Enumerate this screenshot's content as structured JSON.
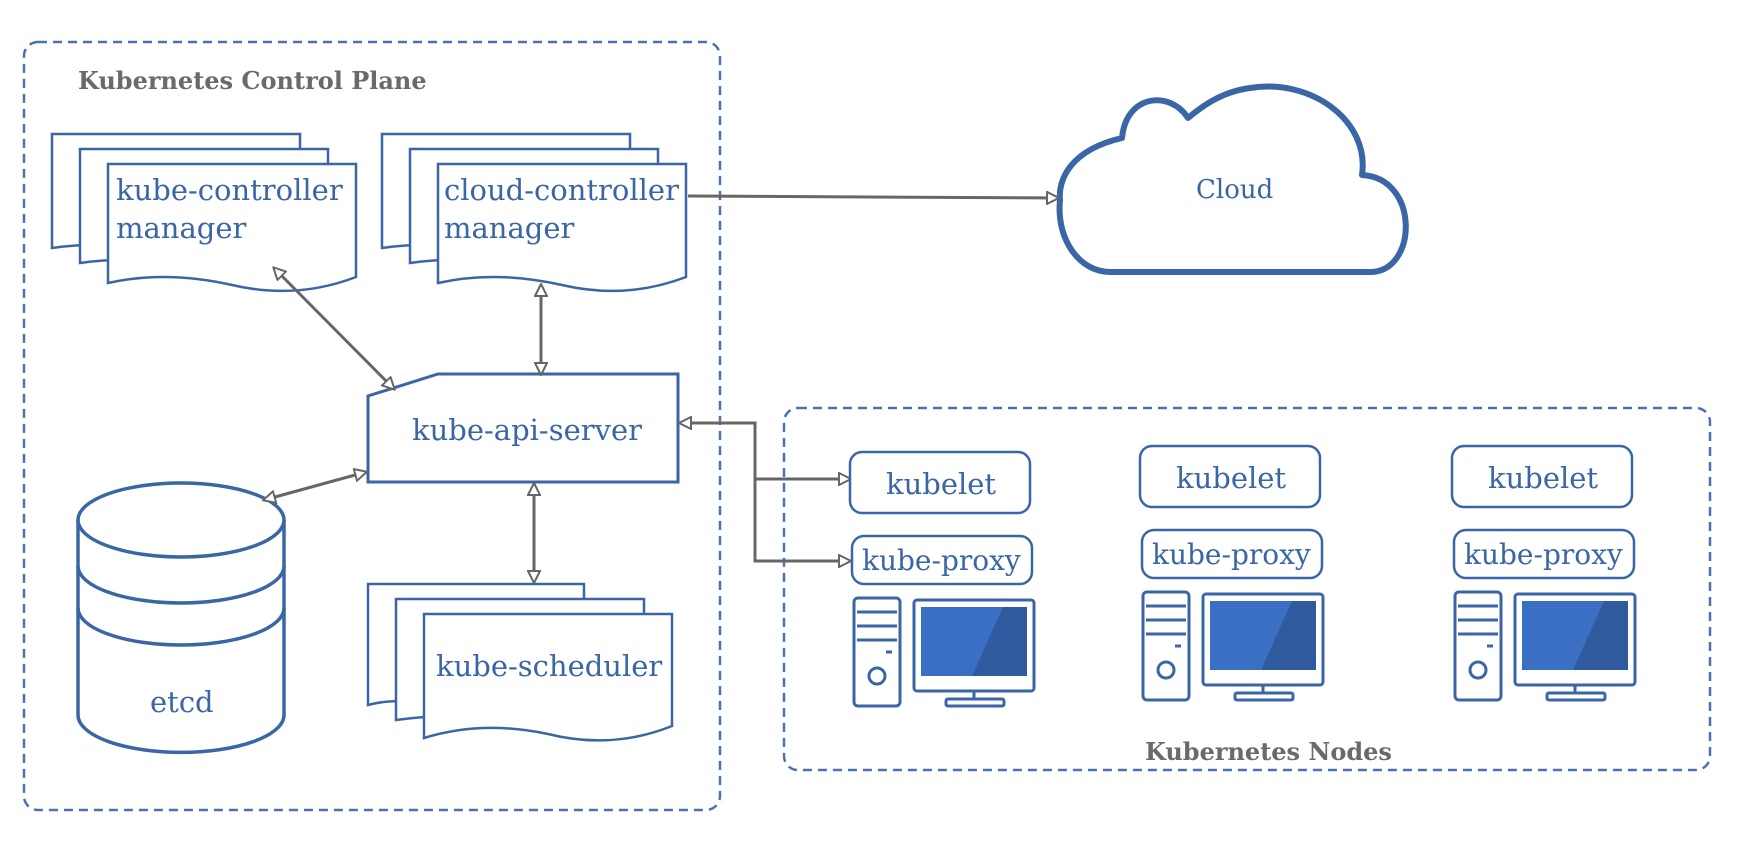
{
  "groups": {
    "control_plane": "Kubernetes Control Plane",
    "nodes": "Kubernetes Nodes"
  },
  "components": {
    "kube_controller_manager": [
      "kube-controller",
      "manager"
    ],
    "cloud_controller_manager": [
      "cloud-controller",
      "manager"
    ],
    "kube_api_server": "kube-api-server",
    "etcd": "etcd",
    "kube_scheduler": "kube-scheduler",
    "cloud": "Cloud"
  },
  "nodes": [
    {
      "kubelet": "kubelet",
      "kube_proxy": "kube-proxy"
    },
    {
      "kubelet": "kubelet",
      "kube_proxy": "kube-proxy"
    },
    {
      "kubelet": "kubelet",
      "kube_proxy": "kube-proxy"
    }
  ],
  "colors": {
    "outline": "#3a66a6",
    "dash": "#4a72b0",
    "arrow": "#666666",
    "screen": "#3a6fc4",
    "screen_shade": "#2f5a9e"
  }
}
